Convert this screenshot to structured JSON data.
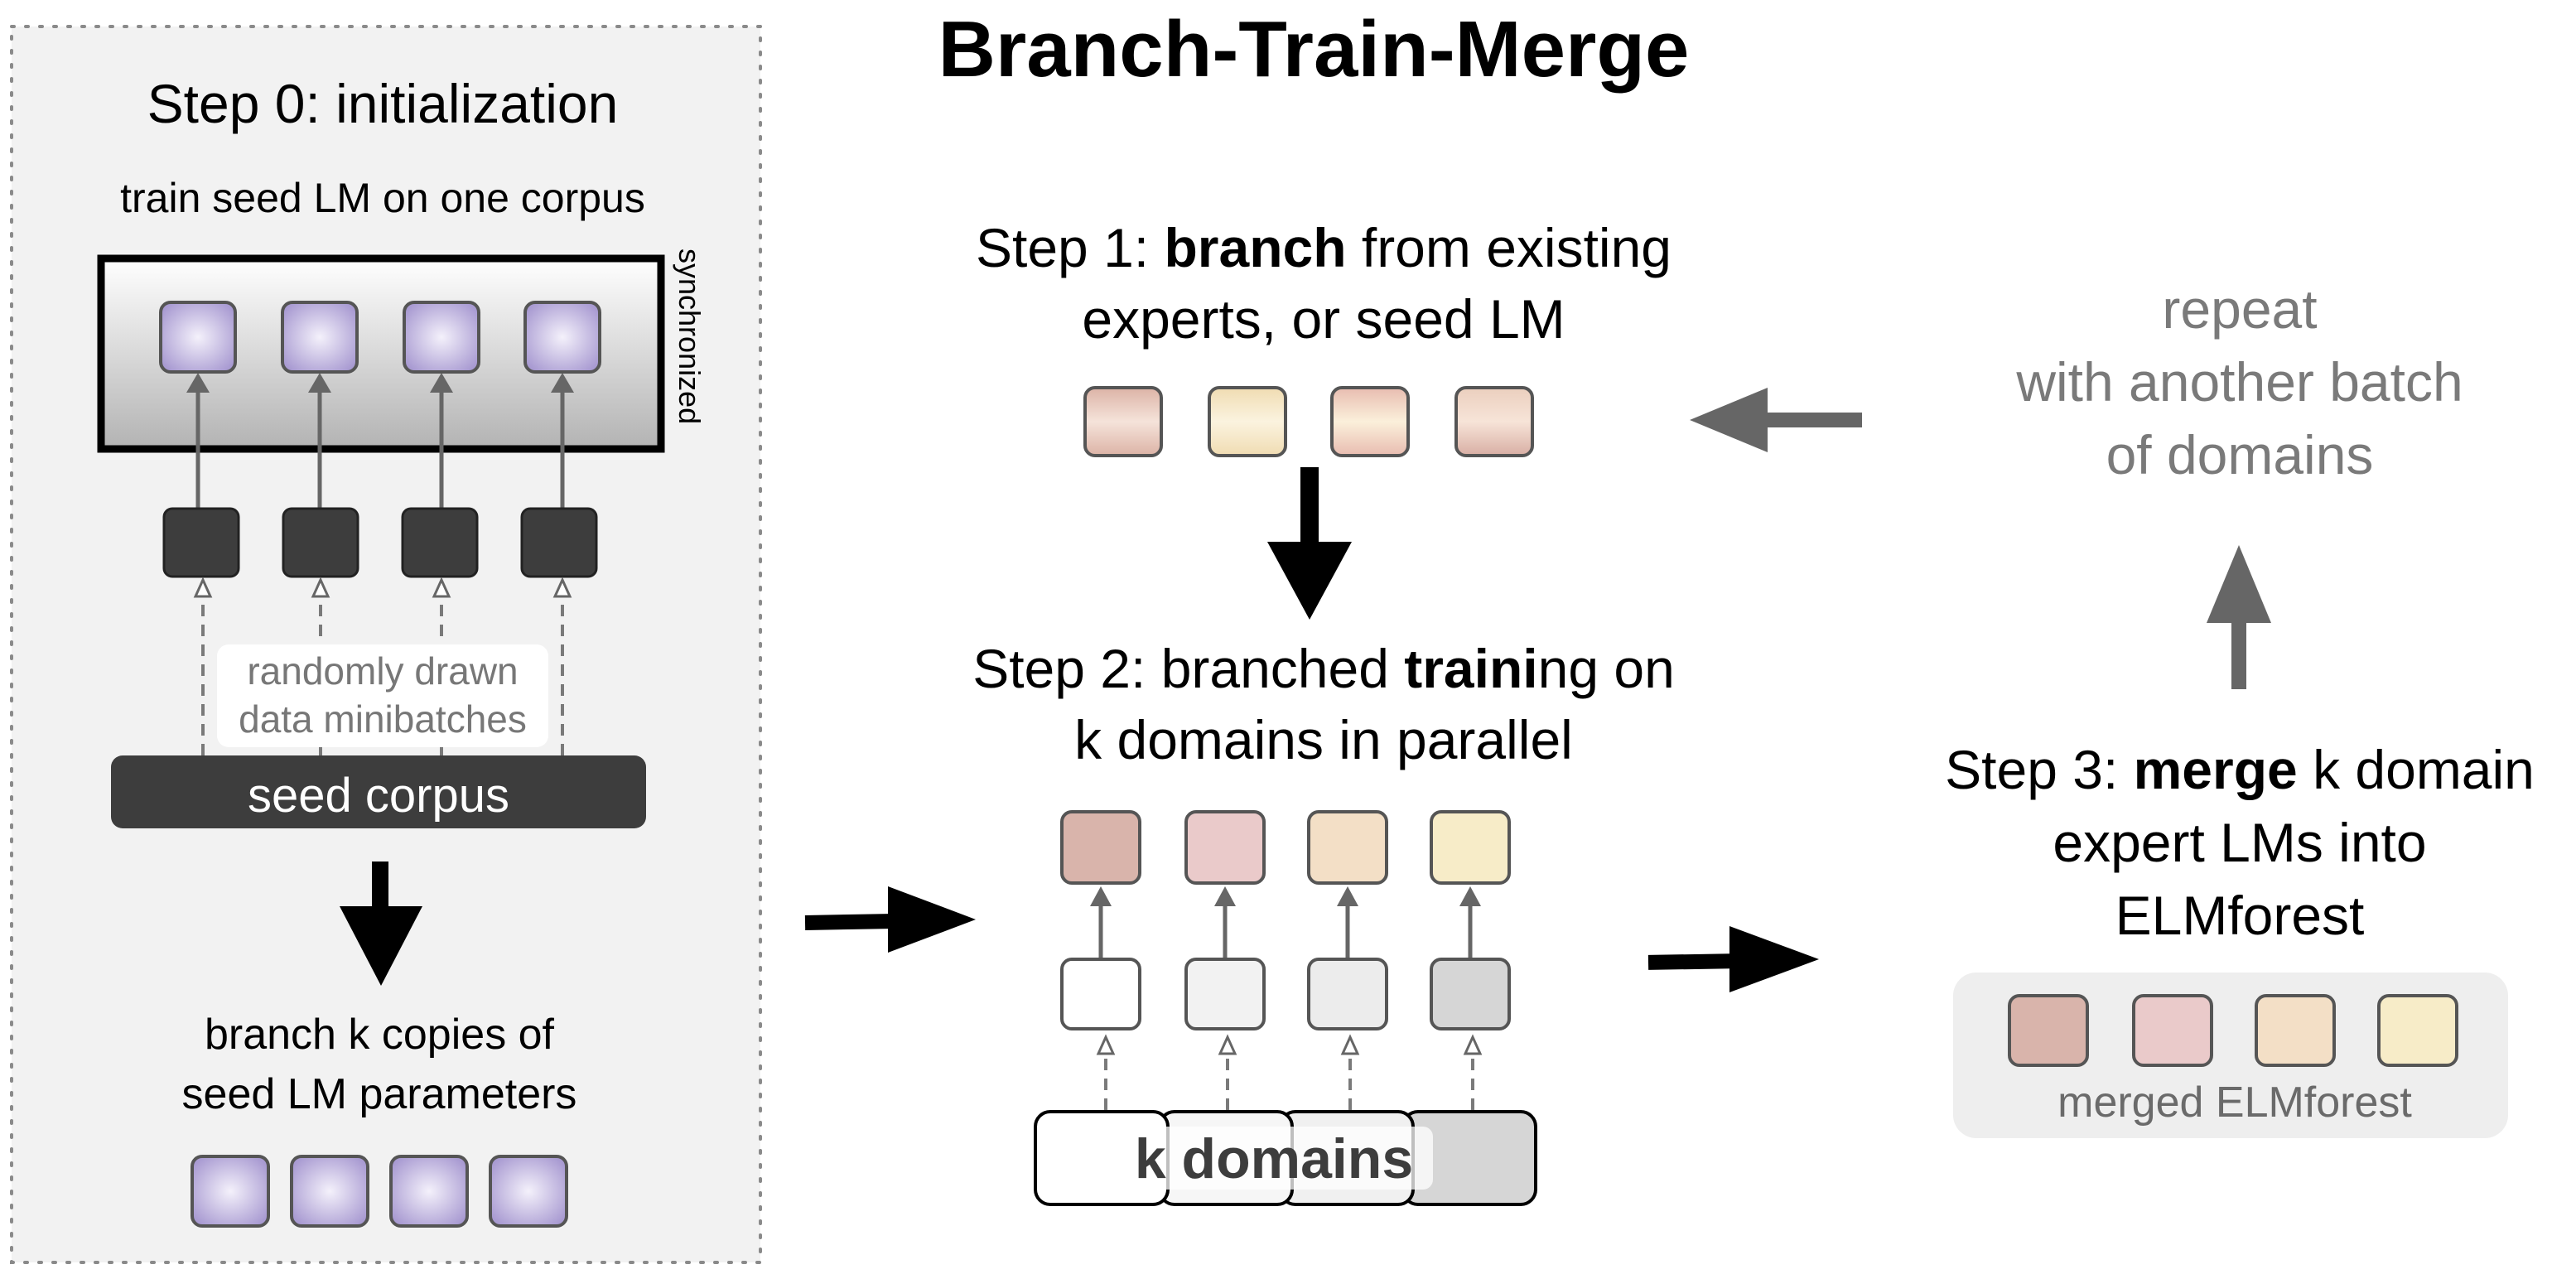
{
  "title": "Branch-Train-Merge",
  "step0": {
    "heading": "Step 0: initialization",
    "subheading": "train seed LM on one corpus",
    "sync_label": "synchronized",
    "minibatch_label_1": "randomly drawn",
    "minibatch_label_2": "data minibatches",
    "corpus_label": "seed corpus",
    "branch_label_1": "branch k copies of",
    "branch_label_2": "seed LM parameters"
  },
  "step1": {
    "heading_line1_prefix": "Step 1: ",
    "heading_line1_bold": "branch",
    "heading_line1_suffix": " from existing",
    "heading_line2": "experts, or seed LM"
  },
  "step2": {
    "heading_line1_prefix": "Step 2: branched ",
    "heading_line1_bold": "traini",
    "heading_line1_suffix": "ng on",
    "heading_line2": "k domains in parallel",
    "domains_label": "k domains"
  },
  "step3": {
    "heading_line1_prefix": "Step 3: ",
    "heading_line1_bold": "merge",
    "heading_line1_suffix": " k domain",
    "heading_line2": "expert LMs into",
    "heading_line3": "ELMforest",
    "merged_label": "merged ELMforest"
  },
  "repeat": {
    "line1": "repeat",
    "line2": "with another batch",
    "line3": "of domains"
  },
  "colors": {
    "seed_purple": "#c9bfe6",
    "expert_1": "#d9b4ab",
    "expert_2": "#eacaca",
    "expert_3": "#f3dfc6",
    "expert_4": "#f7ecc8",
    "dark_box": "#3d3d3d",
    "panel_bg": "#f2f2f2",
    "gray_text": "#7a7a7a"
  }
}
